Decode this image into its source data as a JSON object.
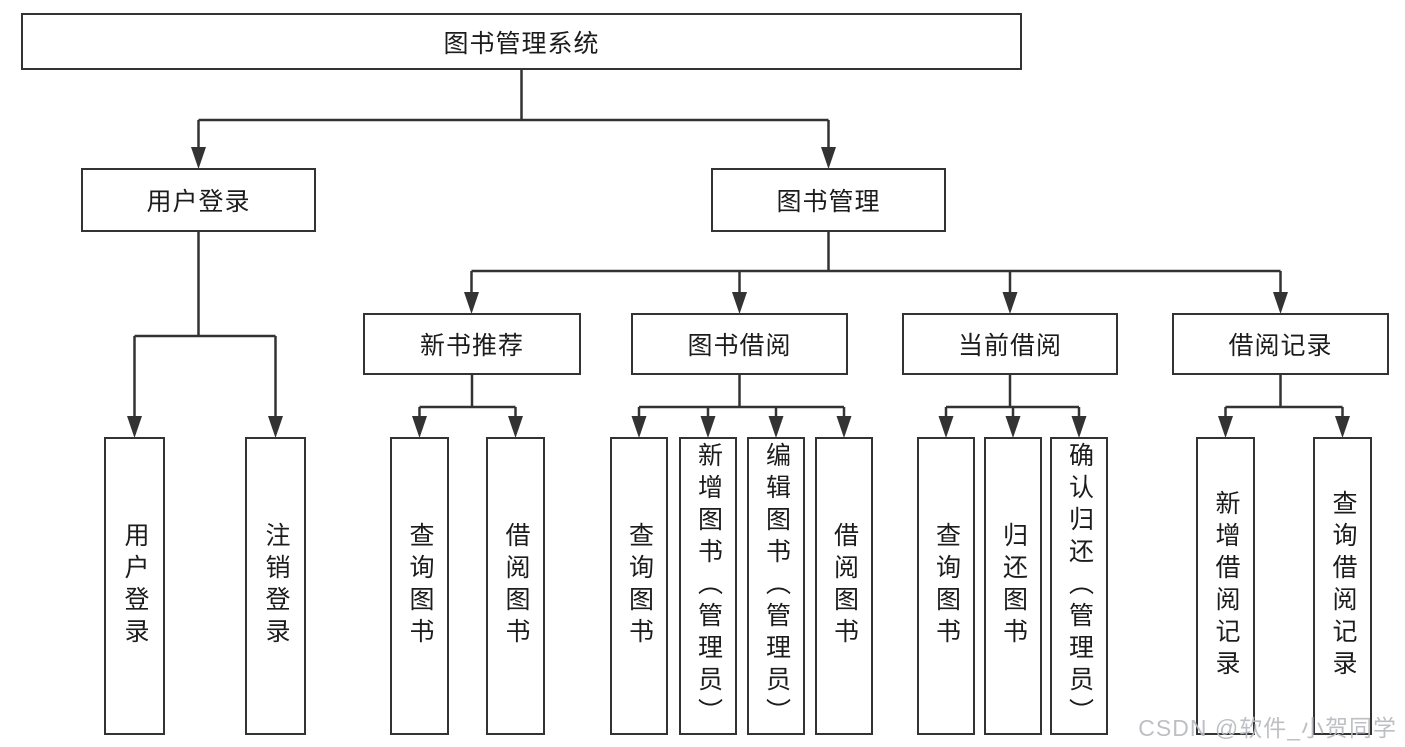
{
  "root": {
    "label": "图书管理系统"
  },
  "level2": [
    {
      "label": "用户登录"
    },
    {
      "label": "图书管理"
    }
  ],
  "level3": [
    {
      "label": "新书推荐"
    },
    {
      "label": "图书借阅"
    },
    {
      "label": "当前借阅"
    },
    {
      "label": "借阅记录"
    }
  ],
  "leaves": {
    "user_login": [
      "用户登录",
      "注销登录"
    ],
    "new_book": [
      "查询图书",
      "借阅图书"
    ],
    "book_borrow": [
      "查询图书",
      "新增图书（管理员）",
      "编辑图书（管理员）",
      "借阅图书"
    ],
    "current_borrow": [
      "查询图书",
      "归还图书",
      "确认归还（管理员）"
    ],
    "borrow_records": [
      "新增借阅记录",
      "查询借阅记录"
    ]
  },
  "watermark": {
    "text": "CSDN @软件_小贺同学"
  },
  "colors": {
    "line": "#333333",
    "box_border": "#333333",
    "text": "#1c1c1c",
    "watermark": "#babcc1",
    "background": "#ffffff"
  }
}
